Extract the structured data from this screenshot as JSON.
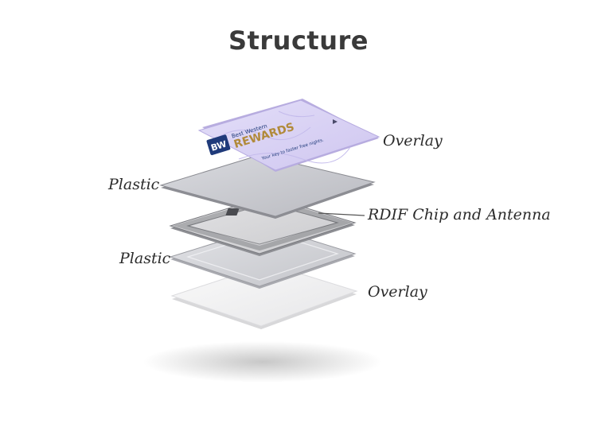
{
  "title": "Structure",
  "labels": {
    "overlay_top": "Overlay",
    "plastic_top": "Plastic",
    "rfid": "RDIF Chip and Antenna",
    "plastic_bottom": "Plastic",
    "overlay_bottom": "Overlay"
  },
  "card_print": {
    "logo": "BW",
    "brand_small": "Best Western",
    "brand_large": "REWARDS",
    "tagline": "Your key to faster free nights."
  },
  "colors": {
    "card_top": "#d9d2f5",
    "plastic": "#c7c8cd",
    "antenna_layer": "#d6d6d8",
    "bottom_overlay": "#f2f2f3",
    "brand_gold": "#b18a3a",
    "brand_navy": "#1f3a7a"
  }
}
